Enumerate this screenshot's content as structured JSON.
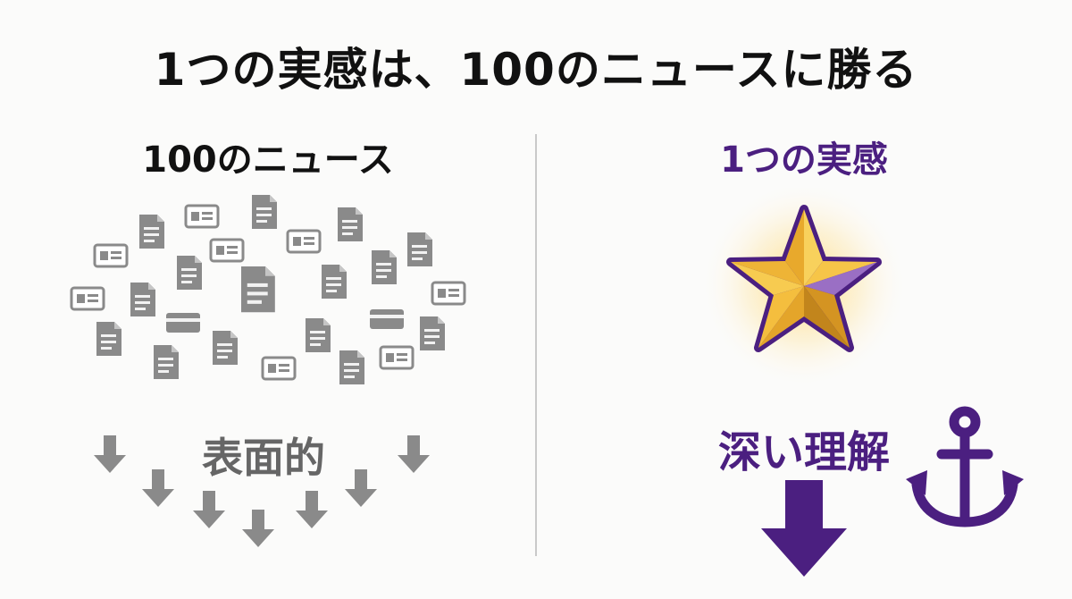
{
  "title": "1つの実感は、100のニュースに勝る",
  "left": {
    "heading": "100のニュース",
    "label": "表面的",
    "icons": [
      "document-icon",
      "news-card-icon"
    ]
  },
  "right": {
    "heading": "1つの実感",
    "label": "深い理解",
    "icons": [
      "star-icon",
      "anchor-icon",
      "down-arrow-icon"
    ]
  },
  "colors": {
    "text": "#111111",
    "gray": "#8a8a8a",
    "gray_dark": "#666666",
    "purple": "#4b1f80",
    "gold": "#f2b73a",
    "divider": "#c9c9c9"
  }
}
